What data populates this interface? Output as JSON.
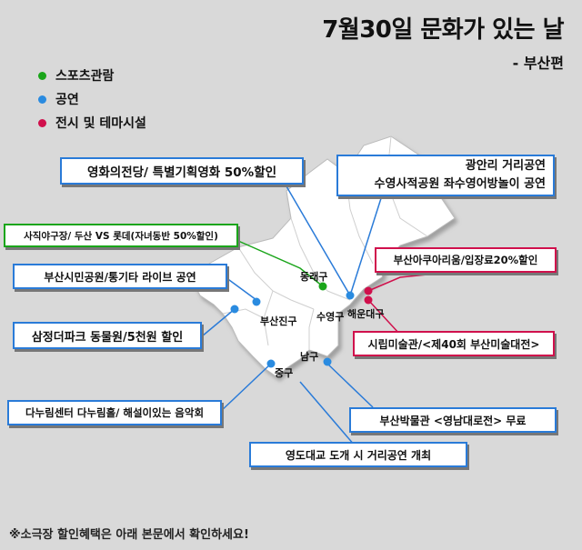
{
  "title": "7월30일 문화가 있는 날",
  "subtitle": "- 부산편",
  "legend": [
    {
      "label": "스포츠관람",
      "color": "#1aa51a"
    },
    {
      "label": "공연",
      "color": "#2a8be0"
    },
    {
      "label": "전시 및 테마시설",
      "color": "#d0104c"
    }
  ],
  "colors": {
    "sports": "#1aa51a",
    "performance": "#2a7bd8",
    "exhibition": "#d0104c",
    "map": "#ffffff",
    "background": "#d9d9d9"
  },
  "callouts": {
    "yeonghwa": "영화의전당/ 특별기획영화 50%할인",
    "gwangalli_1": "광안리 거리공연",
    "gwangalli_2": "수영사적공원 좌수영어방놀이 공연",
    "sajik": "사직야구장/ 두산 VS 롯데(자녀동반 50%할인)",
    "aquarium": "부산아쿠아리움/입장료20%할인",
    "simin": "부산시민공원/통기타 라이브 공연",
    "samjeong": "삼정더파크 동물원/5천원 할인",
    "museum_art": "시립미술관/<제40회 부산미술대전>",
    "danurim": "다누림센터 다누림홀/ 해설이있는 음악회",
    "museum": "부산박물관 <영남대로전> 무료",
    "yeongdo": "영도대교 도개 시 거리공연 개최"
  },
  "districts": {
    "dongnae": "동래구",
    "suyeong": "수영구",
    "haeundae": "해운대구",
    "busanjin": "부산진구",
    "nam": "남구",
    "jung": "중구"
  },
  "footnote": "※소극장 할인혜택은 아래 본문에서 확인하세요!"
}
